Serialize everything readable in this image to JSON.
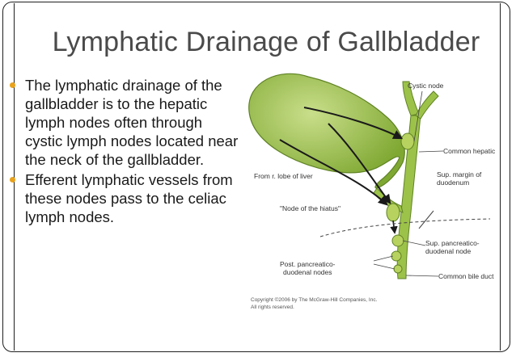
{
  "slide": {
    "title": "Lymphatic Drainage of Gallbladder",
    "bullets": [
      "The lymphatic drainage of the gallbladder is to the hepatic lymph nodes often through cystic lymph nodes located near the neck of the gallbladder.",
      "Efferent lymphatic vessels from these nodes pass to the celiac lymph nodes."
    ],
    "bullet_color": "#e8a21c"
  },
  "diagram": {
    "labels": {
      "cystic_node": "Cystic node",
      "common_hepatic": "Common hepatic",
      "from_r_lobe": "From r. lobe of liver",
      "sup_margin_1": "Sup. margin of",
      "sup_margin_2": "duodenum",
      "node_of_hiatus": "\"Node of the hiatus\"",
      "sup_panc_1": "Sup. pancreatico-",
      "sup_panc_2": "duodenal node",
      "post_panc_1": "Post. pancreatico-",
      "post_panc_2": "duodenal nodes",
      "common_bile_duct": "Common bile duct",
      "copyright_1": "Copyright ©2006 by The McGraw-Hill Companies, Inc.",
      "copyright_2": "All rights reserved."
    },
    "colors": {
      "gallbladder": "#8fb83a",
      "duct": "#9dc24a",
      "node": "#b7d25e",
      "arrow": "#1a1a1a"
    }
  }
}
